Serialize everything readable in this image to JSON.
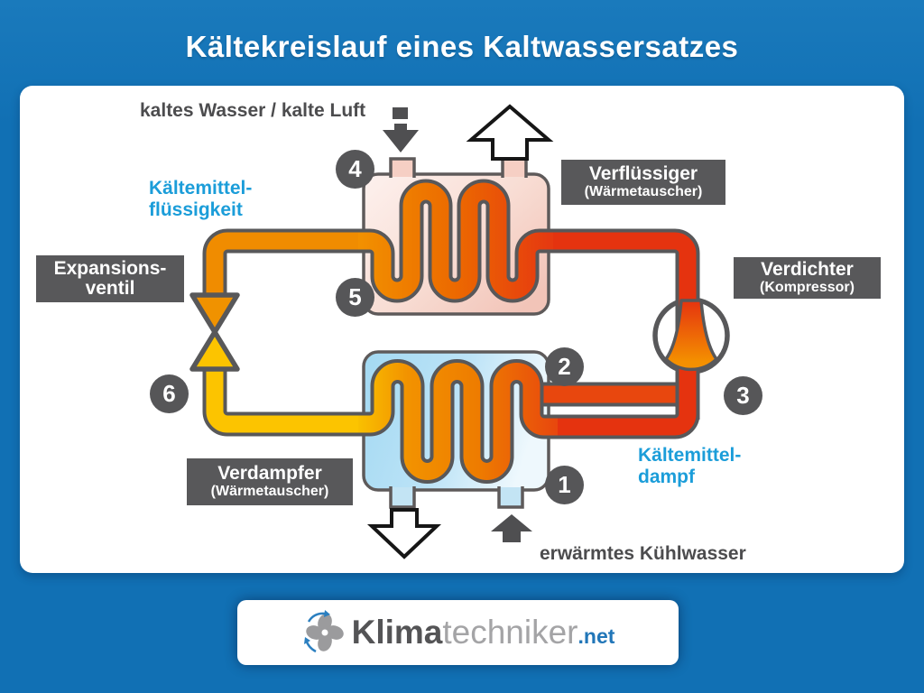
{
  "title": "Kältekreislauf eines Kaltwassersatzes",
  "colors": {
    "background_blue": "#1170b4",
    "dark_gray": "#58585a",
    "pipe_red": "#e5330f",
    "pipe_orange": "#f08c00",
    "pipe_yellow": "#fcc400",
    "cyan_text": "#1b9dd9",
    "condenser_fill": "#f2c4b8",
    "evaporator_fill": "#a3d9f2"
  },
  "diagram": {
    "top_flow_label": "kaltes Wasser / kalte Luft",
    "bottom_flow_label": "erwärmtes Kühlwasser",
    "refrigerant_liquid": {
      "line1": "Kältemittel-",
      "line2": "flüssigkeit"
    },
    "refrigerant_vapor": {
      "line1": "Kältemittel-",
      "line2": "dampf"
    },
    "components": {
      "condenser": {
        "name": "Verflüssiger",
        "sub": "(Wärmetauscher)"
      },
      "compressor": {
        "name": "Verdichter",
        "sub": "(Kompressor)"
      },
      "evaporator": {
        "name": "Verdampfer",
        "sub": "(Wärmetauscher)"
      },
      "expansion_valve": {
        "line1": "Expansions-",
        "line2": "ventil"
      }
    },
    "state_points": {
      "p1": "1",
      "p2": "2",
      "p3": "3",
      "p4": "4",
      "p5": "5",
      "p6": "6"
    }
  },
  "logo": {
    "brand_bold": "Klima",
    "brand_light": "techniker",
    "brand_tld": ".net"
  }
}
